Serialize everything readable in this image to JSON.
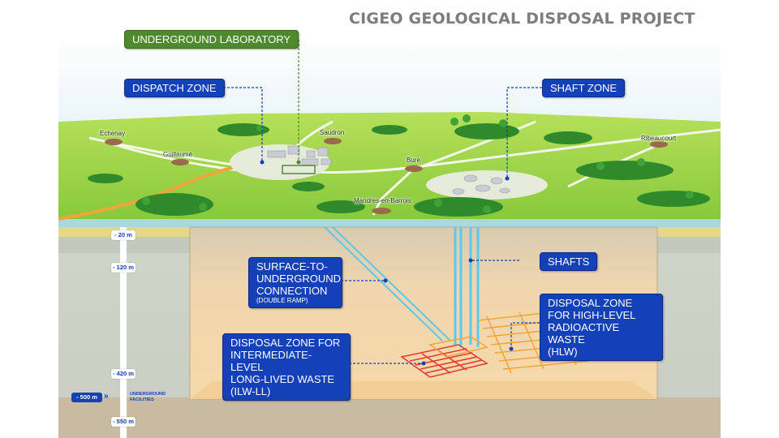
{
  "title": "CIGEO GEOLOGICAL DISPOSAL PROJECT",
  "labels": {
    "underground_laboratory": "UNDERGROUND LABORATORY",
    "dispatch_zone": "DISPATCH ZONE",
    "shaft_zone": "SHAFT ZONE",
    "shafts": "SHAFTS",
    "surface_connection_line1": "SURFACE-TO-",
    "surface_connection_line2": "UNDERGROUND",
    "surface_connection_line3": "CONNECTION",
    "surface_connection_sub": "(DOUBLE RAMP)",
    "ilw_line1": "DISPOSAL ZONE FOR",
    "ilw_line2": "INTERMEDIATE-LEVEL",
    "ilw_line3": "LONG-LIVED WASTE",
    "ilw_line4": "(ILW-LL)",
    "hlw_line1": "DISPOSAL ZONE",
    "hlw_line2": "FOR HIGH-LEVEL",
    "hlw_line3": "RADIOACTIVE WASTE",
    "hlw_line4": "(HLW)"
  },
  "towns": {
    "echenay": "Echenay",
    "saudron": "Saudron",
    "guillaume": "Guillaumé",
    "bure": "Bure",
    "ribeaucourt": "Ribeaucourt",
    "mandres": "Mandres-en-Barrois"
  },
  "depth_scale": {
    "d20": "- 20 m",
    "d120": "- 120 m",
    "d420": "- 420 m",
    "d500": "- 500 m",
    "d550": "- 550 m",
    "facilities_line1": "UNDERGROUND",
    "facilities_line2": "FACILITIES"
  },
  "colors": {
    "label_blue": "#1441b8",
    "label_green": "#4e8a2b",
    "ilw_red": "#e0392e",
    "hlw_orange": "#f0a53a",
    "shaft_cyan": "#5cc8f0",
    "grass": "#8ccf3a"
  },
  "icons": {
    "chevron": "»"
  }
}
